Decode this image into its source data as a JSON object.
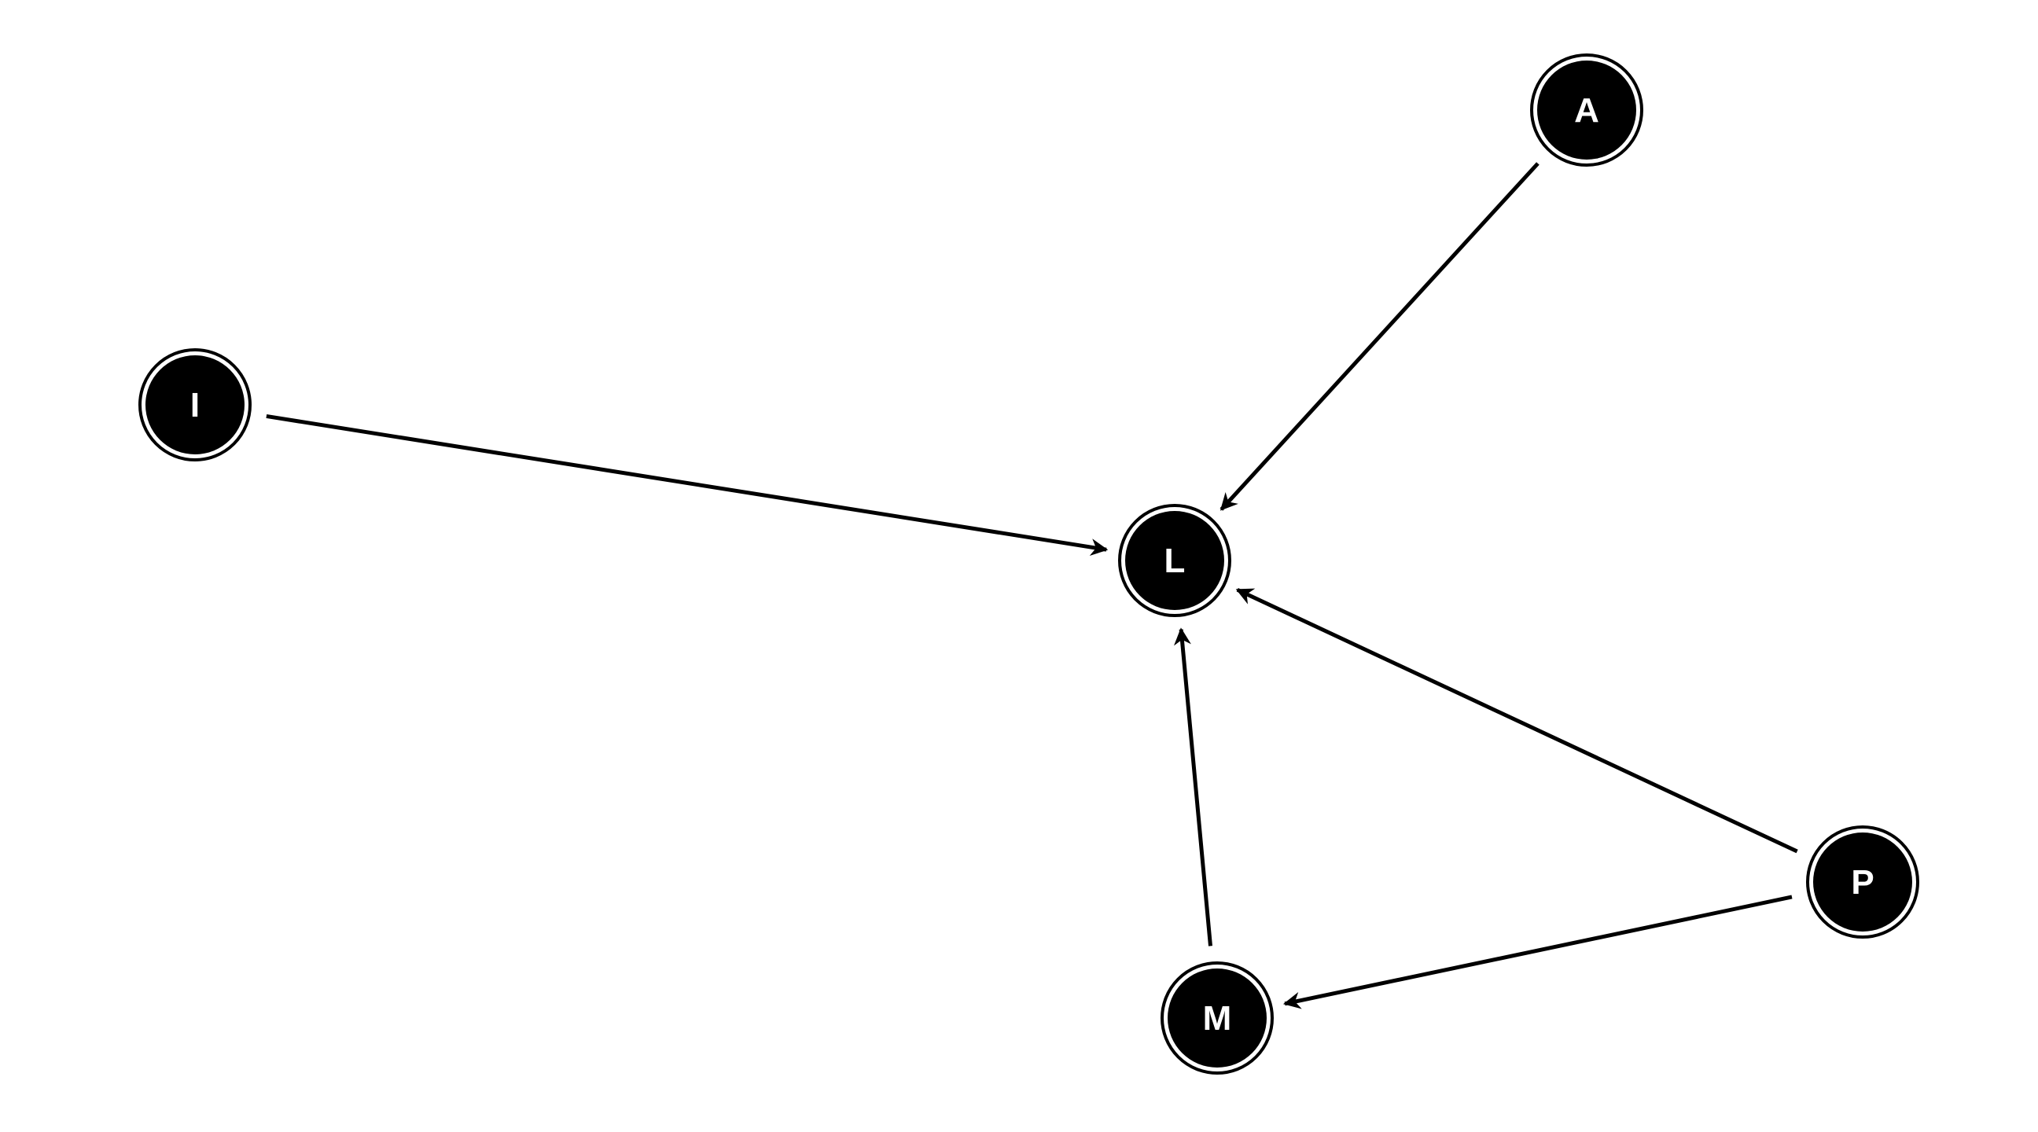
{
  "diagram": {
    "type": "directed-graph",
    "colors": {
      "node_fill": "#000000",
      "node_text": "#ffffff",
      "edge": "#000000",
      "background": "#ffffff"
    },
    "nodes": [
      {
        "id": "A",
        "label": "A"
      },
      {
        "id": "I",
        "label": "I"
      },
      {
        "id": "L",
        "label": "L"
      },
      {
        "id": "P",
        "label": "P"
      },
      {
        "id": "M",
        "label": "M"
      }
    ],
    "edges": [
      {
        "from": "A",
        "to": "L"
      },
      {
        "from": "I",
        "to": "L"
      },
      {
        "from": "P",
        "to": "L"
      },
      {
        "from": "M",
        "to": "L"
      },
      {
        "from": "P",
        "to": "M"
      }
    ]
  }
}
